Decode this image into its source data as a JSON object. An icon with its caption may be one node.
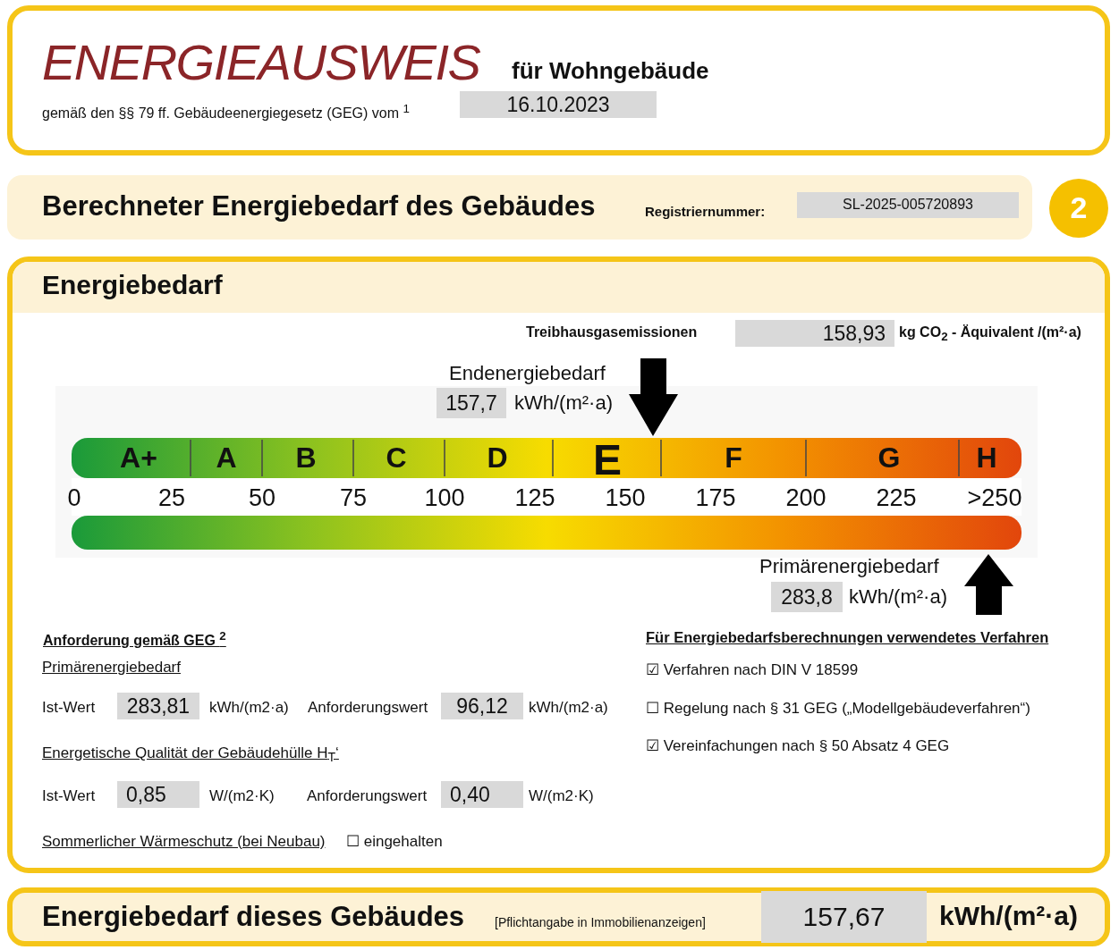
{
  "diagram": {
    "nodes": [
      {
        "text": [
          "ENERGIEAUSWEIS",
          "für Wohngebäude",
          "gemäß den §§ 79 ff. Gebäudeenergiegesetz (GEG) vom $^{1}$"
        ]
      },
      {
        "text": [
          "16.10.2023"
        ],
        "in": 0
      },
      {
        "text": [
          "Berechneter Energiebedarf des Gebäudes",
          "Registriernummer:"
        ]
      },
      {
        "text": [
          "SL-2025-005720893"
        ],
        "in": 2
      },
      {
        "text": [
          "2"
        ]
      },
      {
        "text": [
          "Energiebedarf"
        ]
      },
      {
        "text": [
          "158,93"
        ],
        "in": 5
      },
      {
        "text": [
          "157,7"
        ],
        "in": 5
      },
      {
        "text": [
          "283,8"
        ],
        "in": 5
      },
      {
        "text": [
          "283,81"
        ],
        "in": 5
      },
      {
        "text": [
          "96,12"
        ],
        "in": 5
      },
      {
        "text": [
          "0,85"
        ],
        "in": 5
      },
      {
        "text": [
          "0,40"
        ],
        "in": 5
      },
      {
        "text": [
          "Energiebedarf dieses Gebäudes",
          "[Pflichtangabe in Immobilienanzeigen]",
          "kWh/(m²·a)"
        ]
      },
      {
        "text": [
          "157,67"
        ],
        "in": 13
      }
    ],
    "labels": [
      "Treibhausgasemissionen",
      "kg CO$_{2}$ - Äquivalent  /(m²·a)",
      "Endenergiebedarf",
      "kWh/(m²·a)",
      "A+",
      "A",
      "B",
      "C",
      "D",
      "E",
      "F",
      "G",
      "H",
      "0",
      "25",
      "50",
      "75",
      "100",
      "125",
      "150",
      "175",
      "200",
      "225",
      ">250",
      "Primärenergiebedarf",
      "kWh/(m²·a)",
      "Anforderung gemäß GEG $^{2}$",
      "Primärenergiebedarf",
      "Ist-Wert",
      "kWh/(m2·a)",
      "Anforderungswert",
      "kWh/(m2·a)",
      "Energetische Qualität der Gebäudehülle H$_{T}$‘",
      "Ist-Wert",
      "W/(m2·K)",
      "Anforderungswert",
      "W/(m2·K)",
      "Sommerlicher Wärmeschutz (bei Neubau)",
      "☐ eingehalten",
      "Für Energiebedarfsberechnungen verwendetes Verfahren",
      "☑ Verfahren nach DIN V 18599",
      "☐ Regelung nach § 31 GEG („Modellgebäudeverfahren“)",
      "☑ Vereinfachungen nach § 50 Absatz 4 GEG"
    ]
  }
}
